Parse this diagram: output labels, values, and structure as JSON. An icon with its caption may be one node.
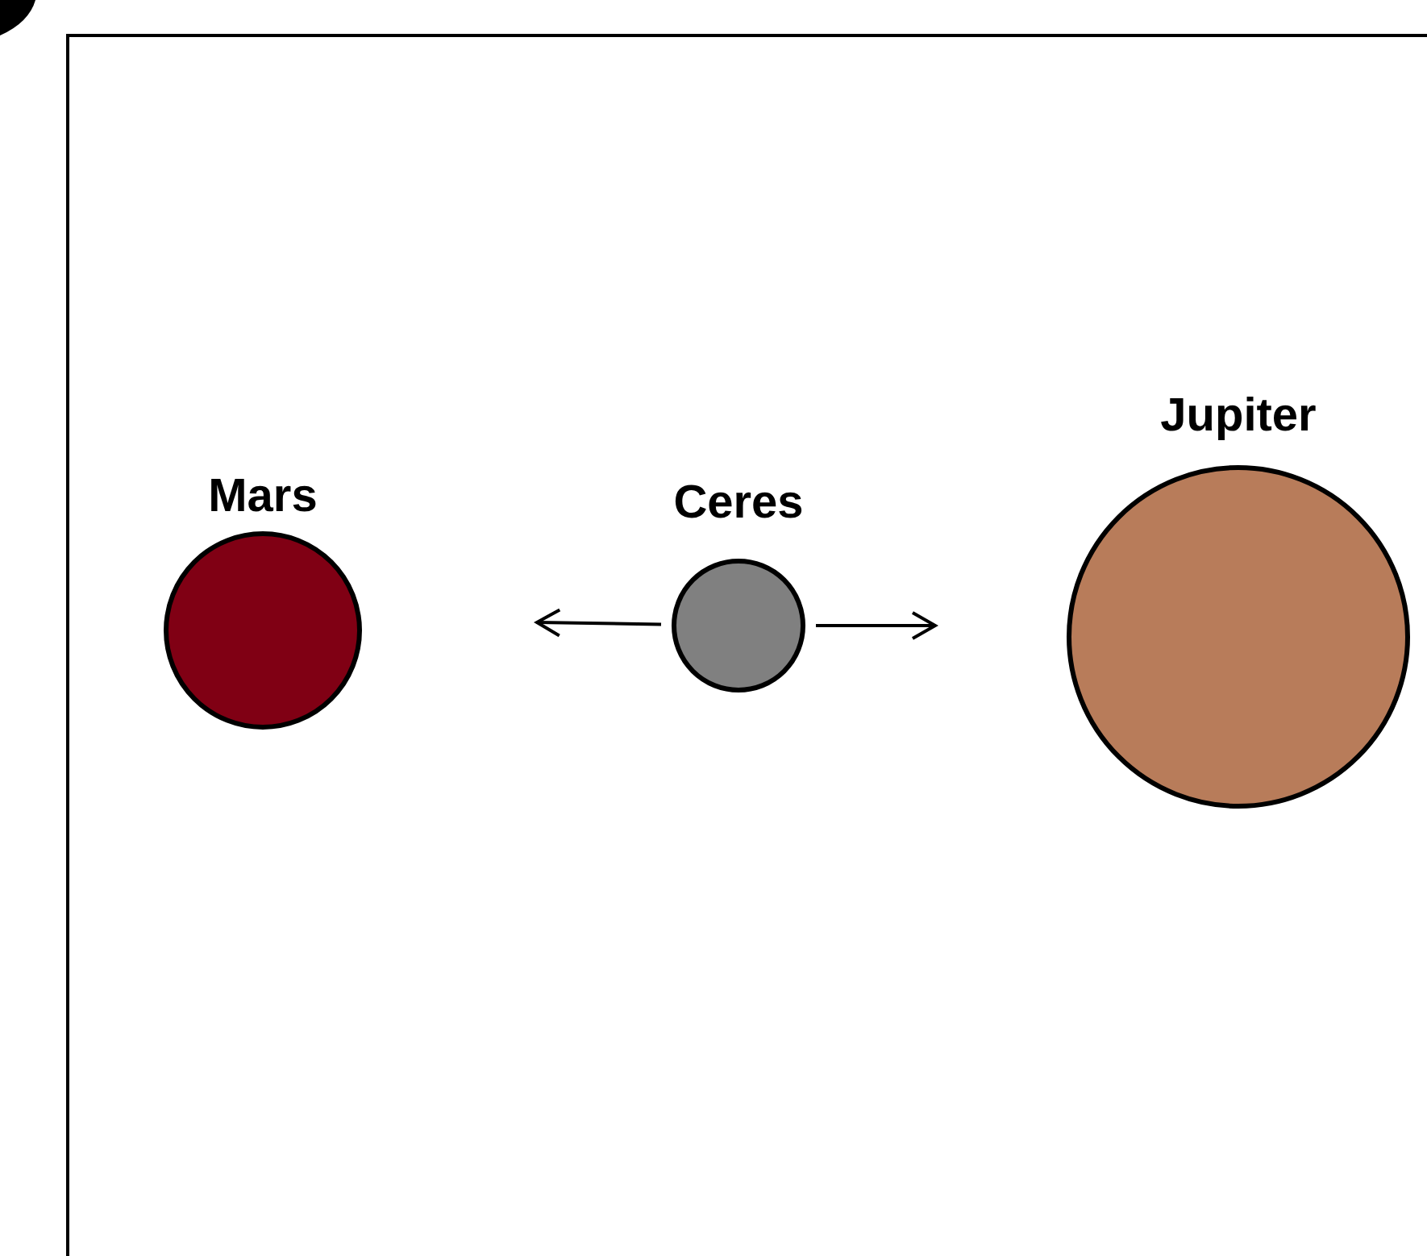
{
  "diagram": {
    "nodes": [
      {
        "text": [
          "Mars"
        ]
      },
      {
        "text": [
          "Ceres"
        ]
      },
      {
        "text": [
          "Jupiter"
        ]
      }
    ],
    "edges": [
      {
        "from": 1,
        "to": null,
        "arrow": "to"
      },
      {
        "from": 1,
        "to": null,
        "arrow": "to"
      }
    ]
  }
}
